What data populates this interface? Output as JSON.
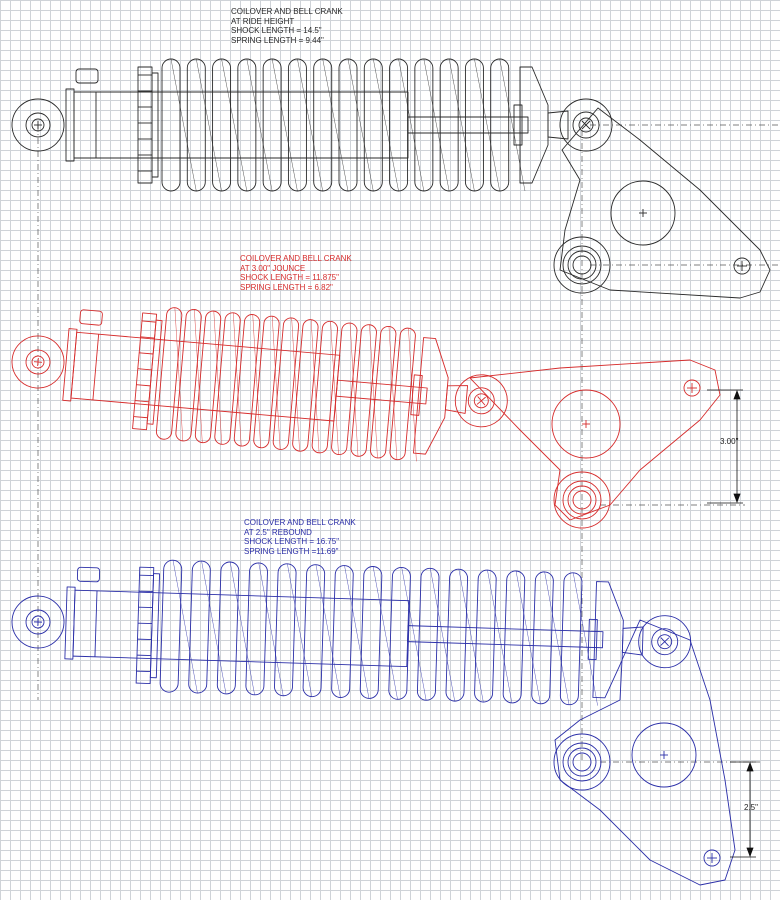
{
  "colors": {
    "ride": "#2a2a2a",
    "jounce": "#d62c2c",
    "rebound": "#2b2fa8",
    "grid": "#cfd3d8",
    "centerline": "#555555"
  },
  "notes": {
    "ride": {
      "line1": "COILOVER AND BELL CRANK",
      "line2": "AT RIDE HEIGHT",
      "line3": "SHOCK LENGTH = 14.5\"",
      "line4": "SPRING LENGTH = 9.44\""
    },
    "jounce": {
      "line1": "COILOVER AND BELL CRANK",
      "line2": "AT 3.00\" JOUNCE",
      "line3": "SHOCK LENGTH = 11.875\"",
      "line4": "SPRING LENGTH = 6.82\""
    },
    "rebound": {
      "line1": "COILOVER AND BELL CRANK",
      "line2": "AT 2.5\" REBOUND",
      "line3": "SHOCK LENGTH = 16.75\"",
      "line4": "SPRING LENGTH =11.69\""
    }
  },
  "dimensions": {
    "jounce": "3.00\"",
    "rebound": "2.5\""
  }
}
